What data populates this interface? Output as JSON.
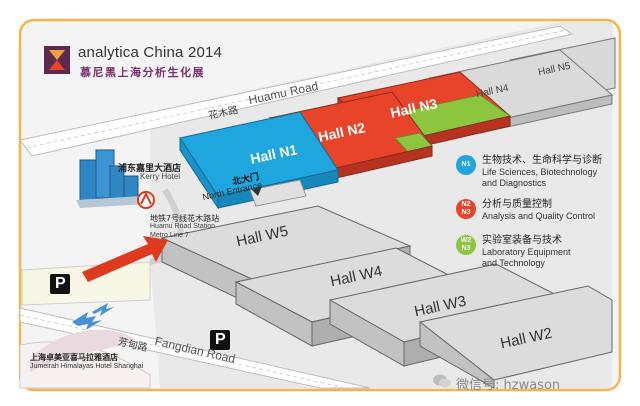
{
  "brand": {
    "name": "analytica China",
    "year": "2014",
    "name_cn": "慕尼黑上海分析生化展"
  },
  "roads": {
    "huamu_cn": "花木路",
    "huamu_en": "Huamu Road",
    "fangdian_cn": "芳甸路",
    "fangdian_en": "Fangdian Road"
  },
  "halls": {
    "n1": "Hall N1",
    "n2": "Hall N2",
    "n3": "Hall N3",
    "n4": "Hall N4",
    "n5": "Hall N5",
    "w2": "Hall W2",
    "w3": "Hall W3",
    "w4": "Hall W4",
    "w5": "Hall W5"
  },
  "places": {
    "kerry_cn": "浦东嘉里大酒店",
    "kerry_en": "Kerry Hotel",
    "north_cn": "北大门",
    "north_en": "North Entrance",
    "metro_cn": "地铁7号线花木路站",
    "metro_en1": "Huamu Road Station",
    "metro_en2": "Metro Line 7",
    "jumeirah_cn": "上海卓美亚喜马拉雅酒店",
    "jumeirah_en": "Jumeirah Himalayas Hotel Shanghai",
    "parking": "P"
  },
  "legend": [
    {
      "badges": [
        "N1"
      ],
      "color": "#1fa6df",
      "cn": "生物技术、生命科学与诊断",
      "en1": "Life Sciences, Biotechnology",
      "en2": "and Diagnostics"
    },
    {
      "badges": [
        "N2",
        "N3"
      ],
      "color": "#e8442a",
      "cn": "分析与质量控制",
      "en1": "Analysis and Quality Control",
      "en2": ""
    },
    {
      "badges": [
        "W2",
        "N3"
      ],
      "color": "#8cc63f",
      "cn": "实验室装备与技术",
      "en1": "Laboratory Equipment",
      "en2": "and Technology"
    }
  ],
  "watermark": "微信号: hzwason",
  "colors": {
    "life": "#1fa6df",
    "analysis": "#e8442a",
    "lab": "#8cc63f",
    "hall": "#d9d9d9",
    "road": "#ffffff",
    "metro": "#e03a1e"
  }
}
